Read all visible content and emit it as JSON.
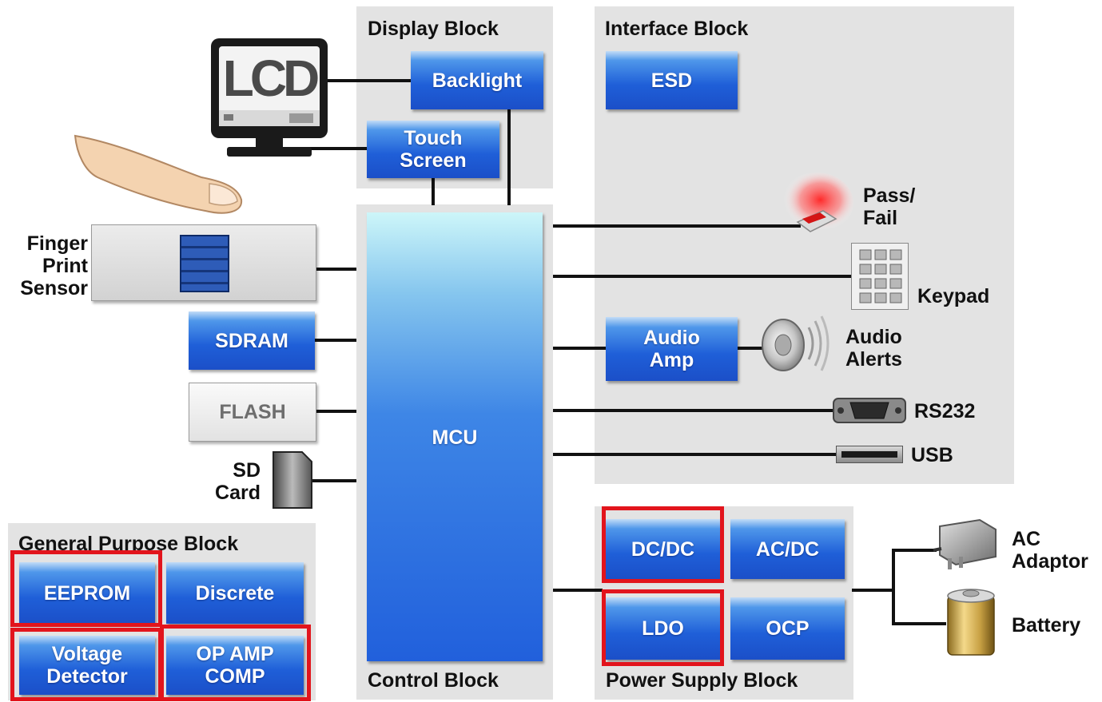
{
  "regions": {
    "display": "Display Block",
    "interface": "Interface Block",
    "control": "Control Block",
    "general": "General Purpose Block",
    "power": "Power Supply Block"
  },
  "blocks": {
    "backlight": "Backlight",
    "touch_screen": "Touch\nScreen",
    "esd": "ESD",
    "mcu": "MCU",
    "sdram": "SDRAM",
    "flash": "FLASH",
    "audio_amp": "Audio\nAmp",
    "eeprom": "EEPROM",
    "discrete": "Discrete",
    "voltage_detector": "Voltage\nDetector",
    "op_amp_comp": "OP AMP\nCOMP",
    "dcdc": "DC/DC",
    "acdc": "AC/DC",
    "ldo": "LDO",
    "ocp": "OCP"
  },
  "peripherals": {
    "lcd": "LCD",
    "finger_print_sensor": "Finger\nPrint\nSensor",
    "sd_card": "SD\nCard",
    "pass_fail": "Pass/\nFail",
    "keypad": "Keypad",
    "audio_alerts": "Audio\nAlerts",
    "rs232": "RS232",
    "usb": "USB",
    "ac_adaptor": "AC\nAdaptor",
    "battery": "Battery"
  },
  "colors": {
    "region_bg": "#e3e3e3",
    "block_blue": "#1f5fd8",
    "highlight_red": "#e2141c"
  }
}
